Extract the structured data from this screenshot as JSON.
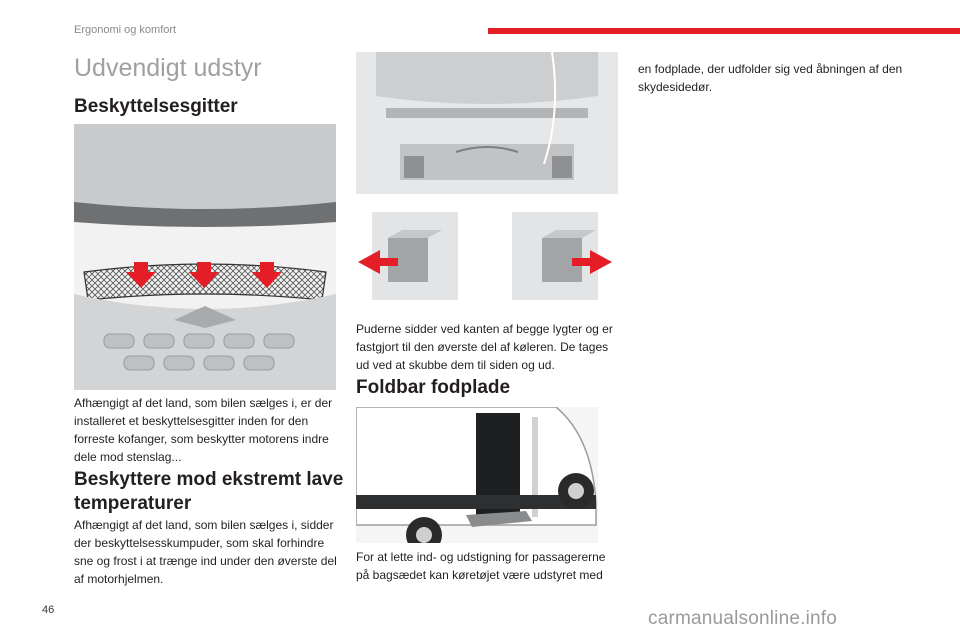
{
  "header": {
    "section": "Ergonomi og komfort",
    "accent_color": "#e41e26"
  },
  "page": {
    "title": "Udvendigt udstyr",
    "number": "46"
  },
  "sections": {
    "grille": {
      "heading": "Beskyttelsesgitter",
      "text": "Afhængigt af det land, som bilen sælges i, er der installeret et beskyttelsesgitter inden for den forreste kofanger, som beskytter motorens indre dele mod stenslag..."
    },
    "cold": {
      "heading": "Beskyttere mod ekstremt lave temperaturer",
      "text": "Afhængigt af det land, som bilen sælges i, sidder der beskyttelsesskumpuder, som skal forhindre sne og frost i at trænge ind under den øverste del af motorhjelmen."
    },
    "pads": {
      "text": "Puderne sidder ved kanten af begge lygter og er fastgjort til den øverste del af køleren. De tages ud ved at skubbe dem til siden og ud."
    },
    "step": {
      "heading": "Foldbar fodplade",
      "text_part1": "For at lette ind- og udstigning for passagererne på bagsædet kan køretøjet være udstyret med",
      "text_part2": "en fodplade, der udfolder sig ved åbningen af den skydesidedør."
    }
  },
  "watermark": "carmanualsonline.info"
}
